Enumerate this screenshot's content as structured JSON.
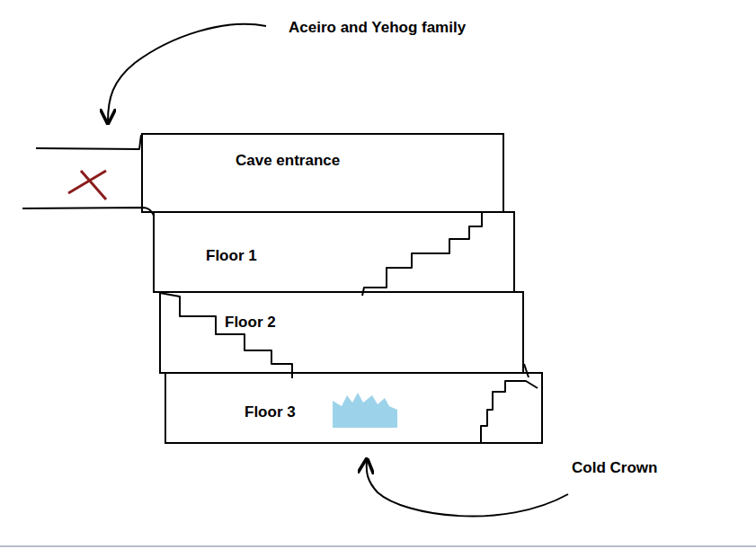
{
  "diagram": {
    "nodes": [
      {
        "text": [
          "Cave entrance"
        ]
      },
      {
        "text": [
          "Floor 1"
        ]
      },
      {
        "text": [
          "Floor 2"
        ]
      },
      {
        "text": [
          "Floor 3"
        ]
      }
    ],
    "labels": [
      "Aceiro and Yehog family",
      "Cold Crown"
    ]
  }
}
